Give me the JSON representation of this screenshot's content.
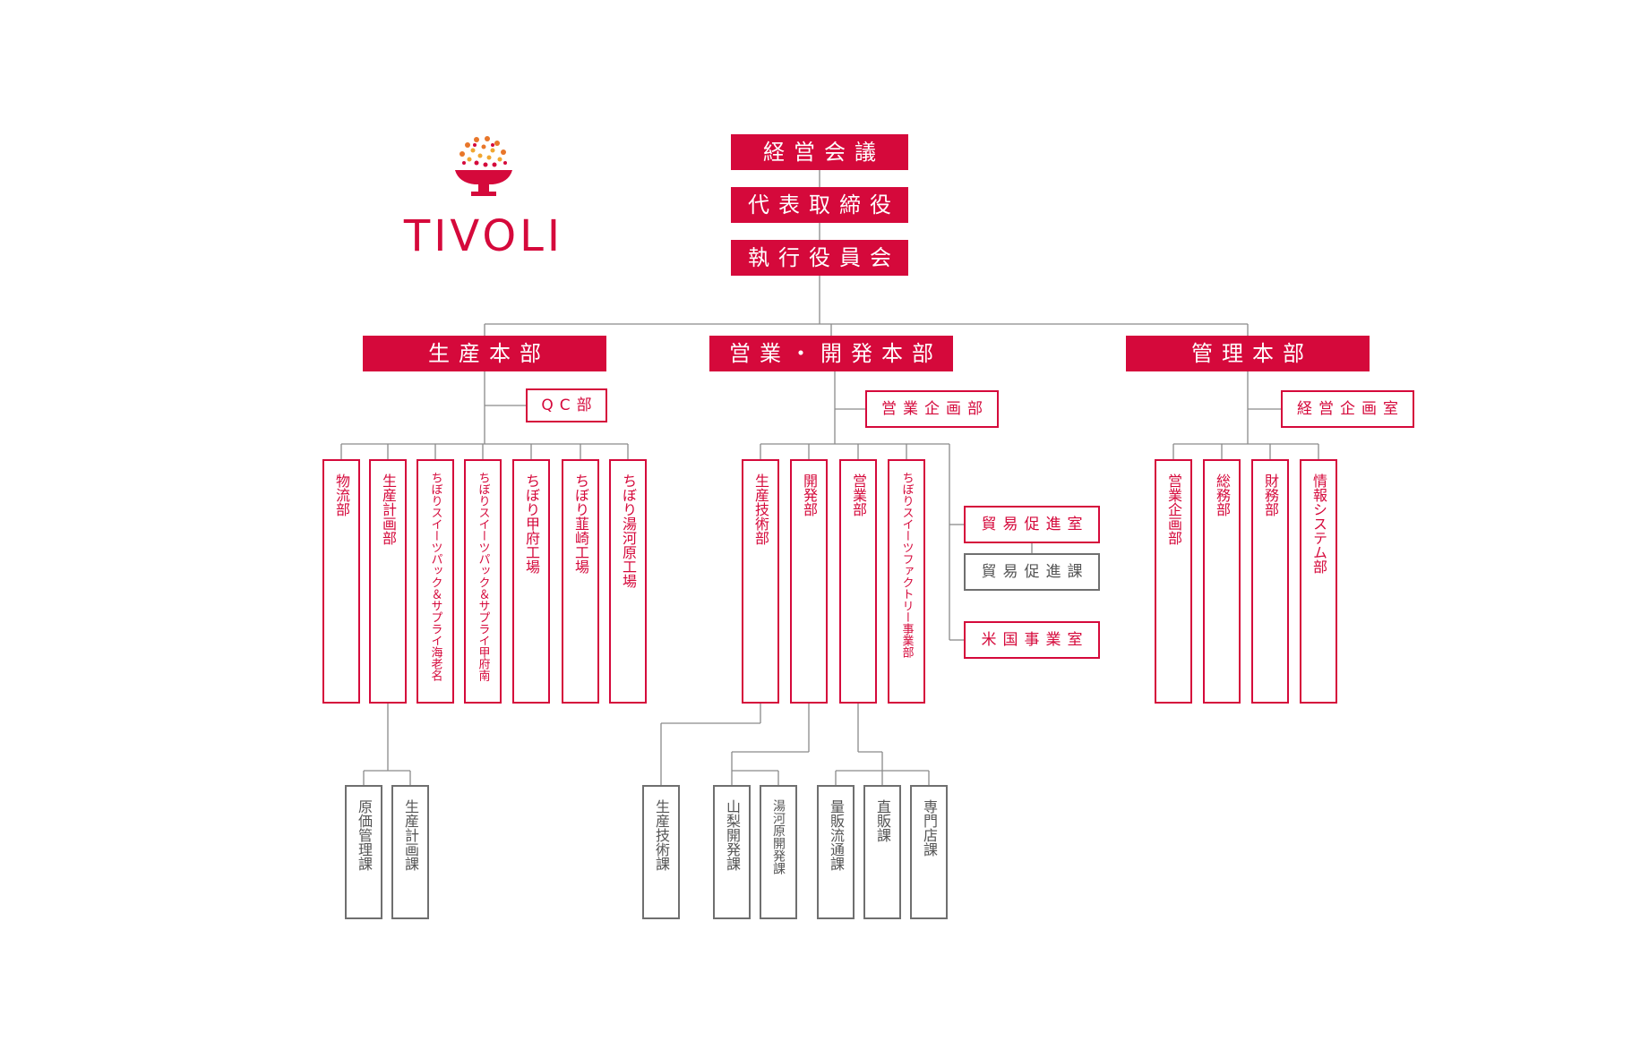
{
  "logo": {
    "text": "TIVOLI",
    "color": "#d5093b"
  },
  "colors": {
    "accent": "#d5093b",
    "line": "#8a8a8a",
    "sub": "#6f6f6f"
  },
  "top": {
    "meeting": "経営会議",
    "president": "代表取締役",
    "executive": "執行役員会"
  },
  "divisions": {
    "production": {
      "name": "生産本部",
      "qc": "QC部",
      "departments": [
        "物流部",
        "生産計画部",
        "ちぼりスイーツパック＆サプライ海老名",
        "ちぼりスイーツパック＆サプライ甲府南",
        "ちぼり甲府工場",
        "ちぼり韮崎工場",
        "ちぼり湯河原工場"
      ],
      "planning_sections": [
        "原価管理課",
        "生産計画課"
      ]
    },
    "sales": {
      "name": "営業・開発本部",
      "planning": "営業企画部",
      "departments": [
        "生産技術部",
        "開発部",
        "営業部",
        "ちぼりスイーツファクトリー事業部"
      ],
      "trade_office": "貿易促進室",
      "trade_section": "貿易促進課",
      "us_office": "米国事業室",
      "tech_sections": [
        "生産技術課"
      ],
      "dev_sections": [
        "山梨開発課",
        "湯河原開発課"
      ],
      "sales_sections": [
        "量販流通課",
        "直販課",
        "専門店課"
      ]
    },
    "admin": {
      "name": "管理本部",
      "planning": "経営企画室",
      "departments": [
        "営業企画部",
        "総務部",
        "財務部",
        "情報システム部"
      ]
    }
  }
}
